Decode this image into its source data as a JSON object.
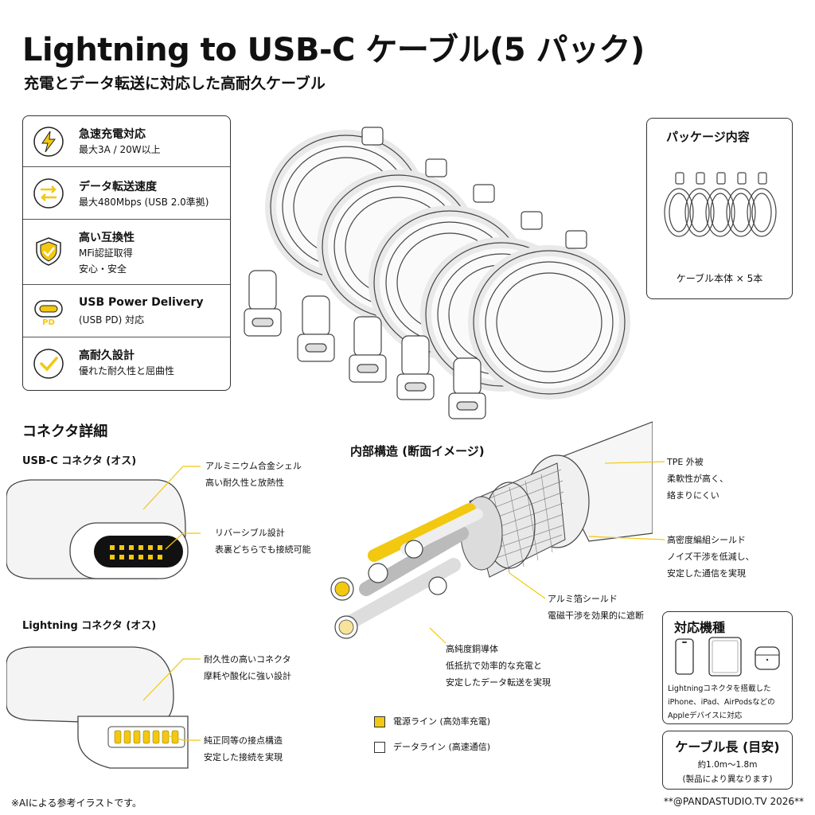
{
  "header": {
    "title": "Lightning to USB-C ケーブル(5 パック)",
    "subtitle": "充電とデータ転送に対応した高耐久ケーブル"
  },
  "features": [
    {
      "icon": "lightning-bolt-icon",
      "title": "急速充電対応",
      "lines": [
        "最大3A / 20W以上"
      ]
    },
    {
      "icon": "transfer-arrows-icon",
      "title": "データ転送速度",
      "lines": [
        "最大480Mbps (USB 2.0準拠)"
      ]
    },
    {
      "icon": "shield-check-icon",
      "title": "高い互換性",
      "lines": [
        "MFi認証取得",
        "安心・安全"
      ]
    },
    {
      "icon": "power-delivery-icon",
      "icon_text": "PD",
      "title": "USB Power Delivery",
      "lines": [
        "(USB PD) 対応"
      ]
    },
    {
      "icon": "checkmark-icon",
      "title": "高耐久設計",
      "lines": [
        "優れた耐久性と屈曲性"
      ]
    }
  ],
  "package": {
    "title": "パッケージ内容",
    "content": "ケーブル本体 × 5本"
  },
  "connector": {
    "section_title": "コネクタ詳細",
    "usbc_label": "USB-C コネクタ (オス)",
    "usbc_notes": [
      {
        "title": "アルミニウム合金シェル",
        "desc": "高い耐久性と放熱性"
      },
      {
        "title": "リバーシブル設計",
        "desc": "表裏どちらでも接続可能"
      }
    ],
    "lightning_label": "Lightning コネクタ (オス)",
    "lightning_notes": [
      {
        "title": "耐久性の高いコネクタ",
        "desc": "摩耗や酸化に強い設計"
      },
      {
        "title": "純正同等の接点構造",
        "desc": "安定した接続を実現"
      }
    ]
  },
  "structure": {
    "section_title": "内部構造 (断面イメージ)",
    "layers": [
      {
        "title": "TPE 外被",
        "lines": [
          "柔軟性が高く、",
          "絡まりにくい"
        ]
      },
      {
        "title": "高密度編組シールド",
        "lines": [
          "ノイズ干渉を低減し、",
          "安定した通信を実現"
        ]
      },
      {
        "title": "アルミ箔シールド",
        "lines": [
          "電磁干渉を効果的に遮断"
        ]
      },
      {
        "title": "高純度銅導体",
        "lines": [
          "低抵抗で効率的な充電と",
          "安定したデータ転送を実現"
        ]
      }
    ],
    "legend": [
      {
        "label": "電源ライン (高効率充電)",
        "color": "#f2c811"
      },
      {
        "label": "データライン (高速通信)",
        "color": "#ffffff"
      }
    ]
  },
  "compatibility": {
    "title": "対応機種",
    "lines": [
      "Lightningコネクタを搭載した",
      "iPhone、iPad、AirPodsなどの",
      "Appleデバイスに対応"
    ]
  },
  "length": {
    "title": "ケーブル長 (目安)",
    "value": "約1.0m〜1.8m",
    "note": "(製品により異なります)"
  },
  "footer": {
    "left": "※AIによる参考イラストです。",
    "right": "**@PANDASTUDIO.TV 2026**"
  },
  "colors": {
    "accent": "#f2c811",
    "border": "#333333"
  }
}
